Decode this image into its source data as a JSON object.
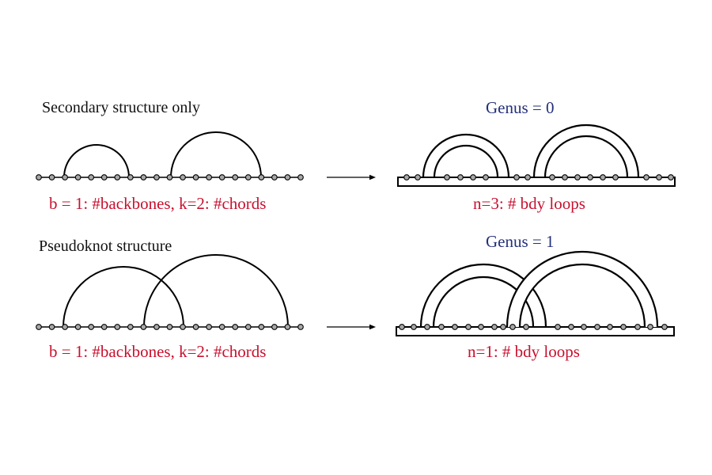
{
  "top": {
    "heading": "Secondary structure only",
    "left_caption": "b = 1: #backbones,  k=2: #chords",
    "genus_label": "Genus = 0",
    "right_caption": "n=3: # bdy loops"
  },
  "bottom": {
    "heading": "Pseudoknot structure",
    "left_caption": "b = 1: #backbones,  k=2: #chords",
    "genus_label": "Genus = 1",
    "right_caption": "n=1: # bdy loops"
  },
  "colors": {
    "caption": "#c8102e",
    "genus": "#23307a",
    "heading": "#111111",
    "node_fill": "#a8a8a8",
    "stroke": "#000000"
  }
}
